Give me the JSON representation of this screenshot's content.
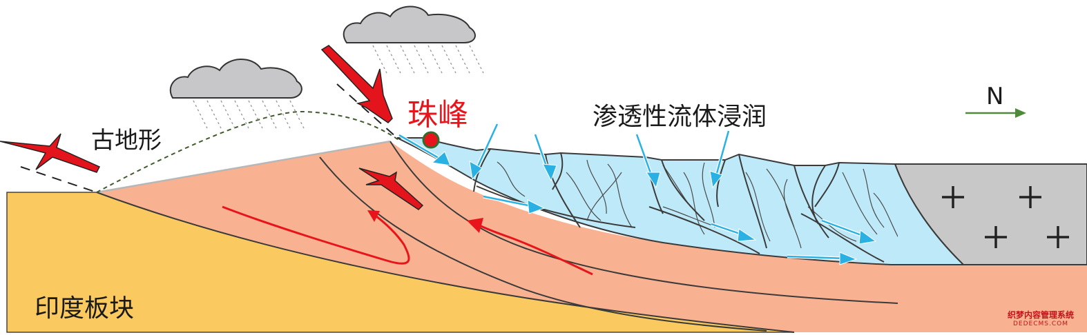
{
  "labels": {
    "paleo_landform": "古地形",
    "everest_peak": "珠峰",
    "fluid_infiltration": "渗透性流体浸润",
    "north": "N",
    "indian_plate": "印度板块"
  },
  "watermark": {
    "line1": "织梦内容管理系统",
    "line2": "DEDECMS.COM"
  },
  "colors": {
    "indian_plate": "#fac95f",
    "sediment_wedge": "#f8b191",
    "fluid_zone": "#bde9f8",
    "fluid_arrow": "#29b1e4",
    "granite": "#c8c8c8",
    "cloud": "#c7c7c9",
    "fault_arrow": "#e3141b",
    "flow_arrow": "#e8141b",
    "peak_marker": "#e8141b",
    "north_arrow": "#4f8a3a",
    "paleo_line": "#3f5a2c"
  },
  "icons": {
    "granite_symbol": "plus-sign",
    "weather": "rain-cloud"
  }
}
